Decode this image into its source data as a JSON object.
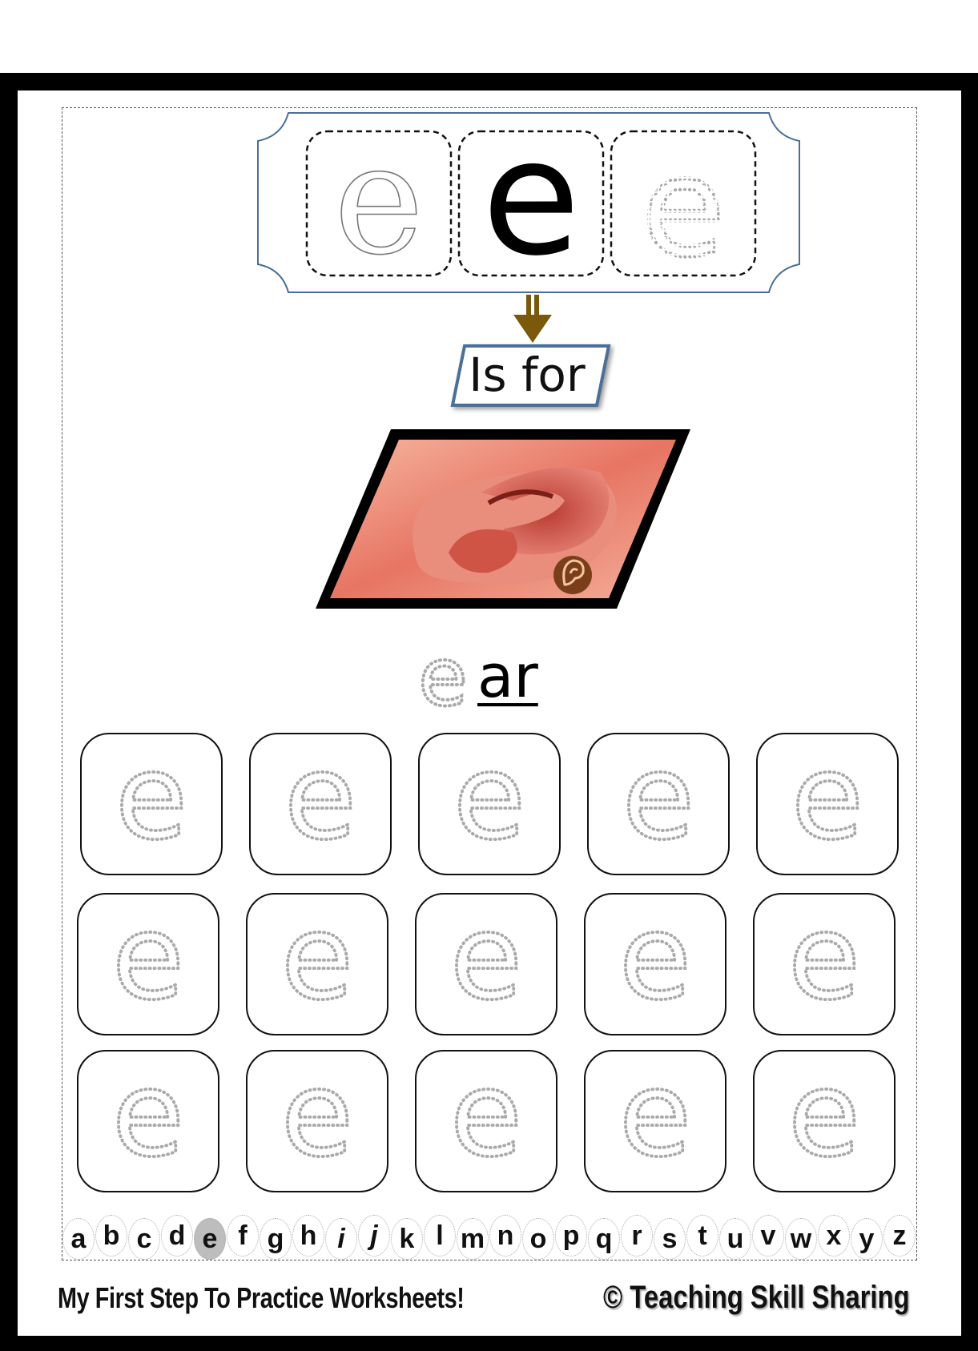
{
  "letter": "e",
  "header": {
    "letters": [
      "e",
      "e",
      "e"
    ],
    "styles": [
      "outline-serif",
      "solid",
      "dotted-trace"
    ]
  },
  "connector": {
    "label": "Is for",
    "arrow_color": "#7a5a0a",
    "box_border_color": "#4a6f98"
  },
  "picture": {
    "subject": "ear",
    "icon": "ear-icon"
  },
  "word": {
    "trace_letter": "e",
    "rest": "ar"
  },
  "practice": {
    "rows": 3,
    "cols": 5,
    "letter": "e"
  },
  "alphabet": {
    "letters": [
      "a",
      "b",
      "c",
      "d",
      "e",
      "f",
      "g",
      "h",
      "i",
      "j",
      "k",
      "l",
      "m",
      "n",
      "o",
      "p",
      "q",
      "r",
      "s",
      "t",
      "u",
      "v",
      "w",
      "x",
      "y",
      "z"
    ],
    "active": "e"
  },
  "footer": {
    "left": "My First Step To Practice Worksheets!",
    "right": "© Teaching Skill Sharing"
  },
  "colors": {
    "frame": "#000000",
    "trace_dots": "#aaaaaa",
    "header_border": "#4a6f98"
  }
}
